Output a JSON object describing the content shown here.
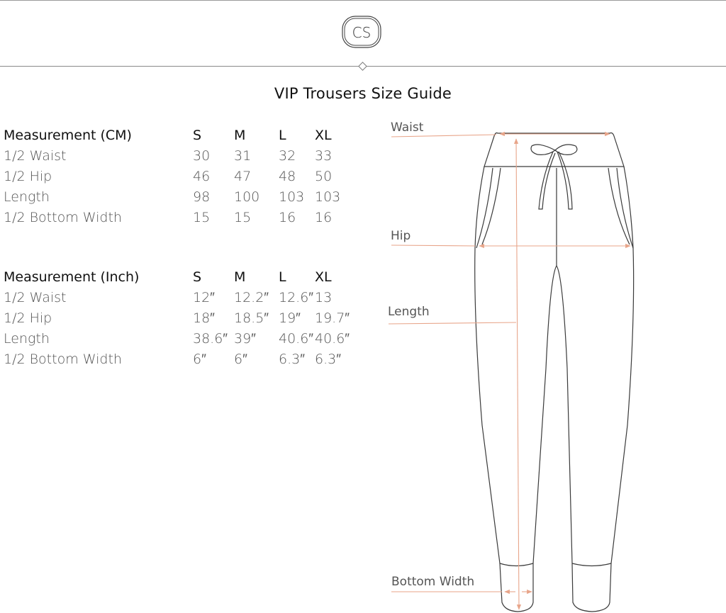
{
  "logo": {
    "text": "CS"
  },
  "title": "VIP Trousers Size Guide",
  "tables": [
    {
      "header": [
        "Measurement (CM)",
        "S",
        "M",
        "L",
        "XL"
      ],
      "rows": [
        [
          "1/2 Waist",
          "30",
          "31",
          "32",
          "33"
        ],
        [
          "1/2 Hip",
          "46",
          "47",
          "48",
          "50"
        ],
        [
          "Length",
          "98",
          "100",
          "103",
          "103"
        ],
        [
          "1/2 Bottom Width",
          "15",
          "15",
          "16",
          "16"
        ]
      ]
    },
    {
      "header": [
        "Measurement (Inch)",
        "S",
        "M",
        "L",
        "XL"
      ],
      "rows": [
        [
          "1/2 Waist",
          "12″",
          "12.2″",
          "12.6″",
          "13"
        ],
        [
          "1/2 Hip",
          "18″",
          "18.5″",
          "19″",
          "19.7″"
        ],
        [
          "Length",
          "38.6″",
          "39″",
          "40.6″",
          "40.6″"
        ],
        [
          "1/2 Bottom Width",
          "6″",
          "6″",
          "6.3″",
          "6.3″"
        ]
      ]
    }
  ],
  "diagram": {
    "labels": {
      "waist": "Waist",
      "hip": "Hip",
      "length": "Length",
      "bottom_width": "Bottom Width"
    },
    "measure_color": "#e8a58a",
    "outline_color": "#3a3a3a"
  }
}
